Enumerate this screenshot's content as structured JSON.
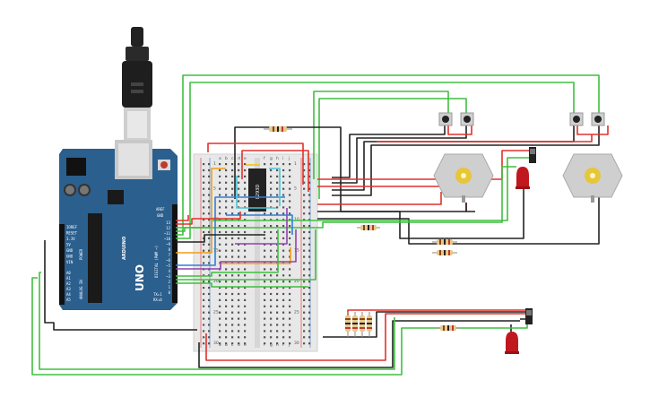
{
  "arduino": {
    "model_label": "UNO",
    "brand_label": "ARDUINO",
    "aref_label": "AREF",
    "gnd_label": "GND",
    "power_label": "POWER",
    "analog_label": "ANALOG IN",
    "digital_label": "DIGITAL (PWM ~)",
    "tx_label": "TX▸1",
    "rx_label": "RX◂0",
    "power_pins": [
      "IOREF",
      "RESET",
      "3.3V",
      "5V",
      "GND",
      "GND",
      "VIN"
    ],
    "analog_pins": [
      "A0",
      "A1",
      "A2",
      "A3",
      "A4",
      "A5"
    ],
    "digital_pins": [
      "13",
      "12",
      "~11",
      "~10",
      "~9",
      "8",
      "7",
      "~6",
      "~5",
      "4",
      "~3",
      "2",
      "1",
      "0"
    ]
  },
  "breadboard": {
    "column_letters_left": [
      "a",
      "b",
      "c",
      "d",
      "e"
    ],
    "column_letters_right": [
      "f",
      "g",
      "h",
      "i",
      "j"
    ],
    "row_numbers": [
      "1",
      "5",
      "10",
      "15",
      "20",
      "25",
      "30"
    ]
  },
  "driver_chip": {
    "label": "L293D"
  },
  "colors": {
    "wire_red": "#e0312b",
    "wire_black": "#222222",
    "wire_green": "#3fbf3f",
    "wire_orange": "#f39c12",
    "wire_purple": "#8e44ad",
    "wire_blue": "#2f7fd6",
    "wire_cyan": "#49c7d9",
    "arduino_blue": "#2b5f8e",
    "breadboard": "#e8e8e8"
  },
  "icons": [
    "usb-cable-icon",
    "push-button-icon",
    "dc-motor-icon",
    "led-icon",
    "resistor-icon",
    "slide-switch-icon"
  ]
}
